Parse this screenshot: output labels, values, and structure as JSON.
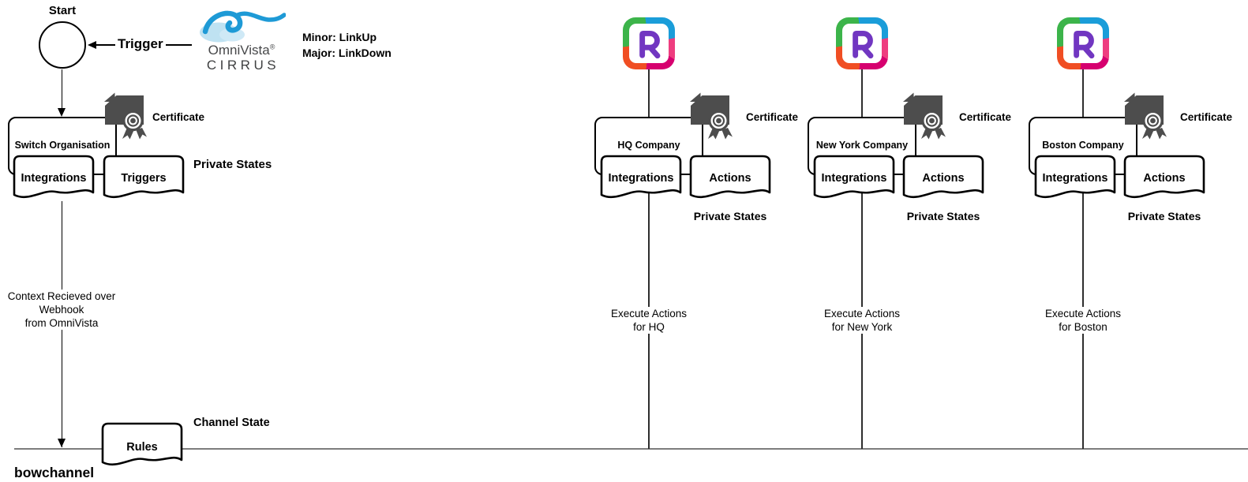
{
  "diagram": {
    "start": {
      "label": "Start"
    },
    "trigger": {
      "label": "Trigger"
    },
    "omnivista_logo": {
      "name": "OmniVista",
      "registered": "®",
      "product": "CIRRUS"
    },
    "event_legend": {
      "minor": "Minor: LinkUp",
      "major": "Major: LinkDown"
    },
    "switch_org": {
      "label": "Switch Organisation",
      "certificate": "Certificate",
      "integrations": "Integrations",
      "triggers": "Triggers",
      "private_states": "Private States",
      "webhook_line1": "Context Recieved over",
      "webhook_line2": "Webhook",
      "webhook_line3": "from OmniVista"
    },
    "companies": [
      {
        "label": "HQ Company",
        "certificate": "Certificate",
        "integrations": "Integrations",
        "actions": "Actions",
        "private_states": "Private States",
        "exec_line1": "Execute Actions",
        "exec_line2": "for HQ"
      },
      {
        "label": "New York Company",
        "certificate": "Certificate",
        "integrations": "Integrations",
        "actions": "Actions",
        "private_states": "Private States",
        "exec_line1": "Execute Actions",
        "exec_line2": "for New York"
      },
      {
        "label": "Boston Company",
        "certificate": "Certificate",
        "integrations": "Integrations",
        "actions": "Actions",
        "private_states": "Private States",
        "exec_line1": "Execute Actions",
        "exec_line2": "for Boston"
      }
    ],
    "channel": {
      "rules": "Rules",
      "state_label": "Channel State",
      "name": "bowchannel"
    },
    "icons": {
      "certificate_icon": "document-with-ribbon-seal",
      "rainbow_icon": "rainbow-r-app",
      "omnivista_icon": "blue-cloud-swirl"
    },
    "colors": {
      "shape_stroke": "#000000",
      "certificate_fill": "#4d4d4d",
      "channel_line": "#7d7d7d",
      "rainbow_green": "#3cb44a",
      "rainbow_blue": "#1a9dd9",
      "rainbow_pink": "#ee3d7f",
      "rainbow_magenta": "#d6006f",
      "rainbow_orange": "#f04e23",
      "rainbow_purple": "#7136c1",
      "omnivista_blue": "#1e9ad6",
      "omnivista_light_blue": "#bfe2f2"
    }
  }
}
